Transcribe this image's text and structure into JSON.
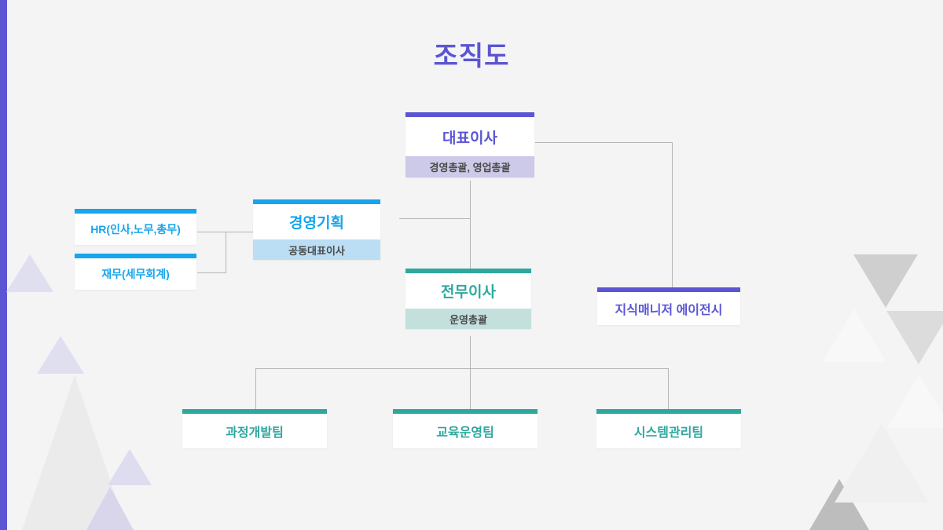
{
  "slide": {
    "title": "조직도",
    "background_color": "#f4f4f5",
    "accent_purple": "#5b55d4",
    "accent_blue": "#16a5ee",
    "accent_teal": "#2ea89f"
  },
  "nodes": {
    "ceo": {
      "label": "대표이사",
      "subtitle": "경영총괄, 영업총괄",
      "accent": "#5b55d4"
    },
    "planning": {
      "label": "경영기획",
      "subtitle": "공동대표이사",
      "accent": "#16a5ee"
    },
    "hr": {
      "label": "HR(인사,노무,총무)",
      "accent": "#16a5ee"
    },
    "finance": {
      "label": "재무(세무회계)",
      "accent": "#16a5ee"
    },
    "director": {
      "label": "전무이사",
      "subtitle": "운영총괄",
      "accent": "#2ea89f"
    },
    "agency": {
      "label": "지식매니저 에이전시",
      "accent": "#5b55d4"
    },
    "teams": [
      {
        "label": "과정개발팀",
        "accent": "#2ea89f"
      },
      {
        "label": "교육운영팀",
        "accent": "#2ea89f"
      },
      {
        "label": "시스템관리팀",
        "accent": "#2ea89f"
      }
    ]
  }
}
